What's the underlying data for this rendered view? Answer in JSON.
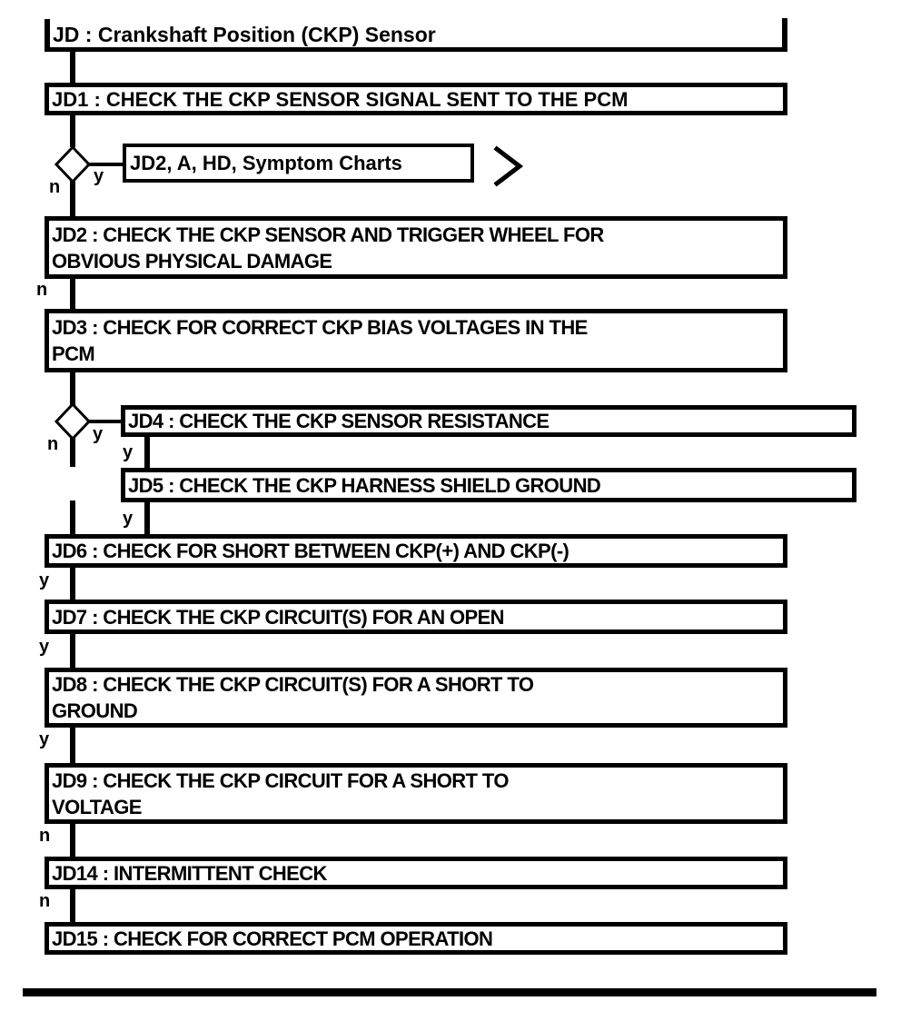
{
  "diagram": {
    "title": "JD : Crankshaft Position (CKP) Sensor",
    "reference": "JD2, A, HD, Symptom Charts",
    "steps": {
      "jd1": {
        "lines": [
          "JD1 : CHECK THE CKP SENSOR SIGNAL SENT TO THE PCM"
        ]
      },
      "jd2": {
        "lines": [
          "JD2 : CHECK THE CKP SENSOR AND TRIGGER WHEEL FOR",
          "OBVIOUS PHYSICAL DAMAGE"
        ]
      },
      "jd3": {
        "lines": [
          "JD3 : CHECK FOR CORRECT CKP BIAS VOLTAGES IN THE",
          "PCM"
        ]
      },
      "jd4": {
        "lines": [
          "JD4 : CHECK THE CKP SENSOR RESISTANCE"
        ]
      },
      "jd5": {
        "lines": [
          "JD5 : CHECK THE CKP HARNESS SHIELD GROUND"
        ]
      },
      "jd6": {
        "lines": [
          "JD6 : CHECK FOR SHORT BETWEEN CKP(+) AND CKP(-)"
        ]
      },
      "jd7": {
        "lines": [
          "JD7 : CHECK THE CKP CIRCUIT(S) FOR AN OPEN"
        ]
      },
      "jd8": {
        "lines": [
          "JD8 : CHECK THE CKP CIRCUIT(S) FOR A SHORT TO",
          "GROUND"
        ]
      },
      "jd9": {
        "lines": [
          "JD9 : CHECK THE CKP CIRCUIT FOR A SHORT TO",
          "VOLTAGE"
        ]
      },
      "jd14": {
        "lines": [
          "JD14 : INTERMITTENT CHECK"
        ]
      },
      "jd15": {
        "lines": [
          "JD15 : CHECK FOR CORRECT PCM OPERATION"
        ]
      }
    },
    "branch_labels": {
      "d1_no": "n",
      "d1_yes": "y",
      "jd2_no": "n",
      "d2_no": "n",
      "d2_yes": "y",
      "jd4_yes": "y",
      "jd5_yes": "y",
      "jd6_yes": "y",
      "jd7_yes": "y",
      "jd8_yes": "y",
      "jd9_no": "n",
      "jd14_no": "n"
    },
    "colors": {
      "ink": "#000000",
      "paper": "#ffffff"
    }
  }
}
